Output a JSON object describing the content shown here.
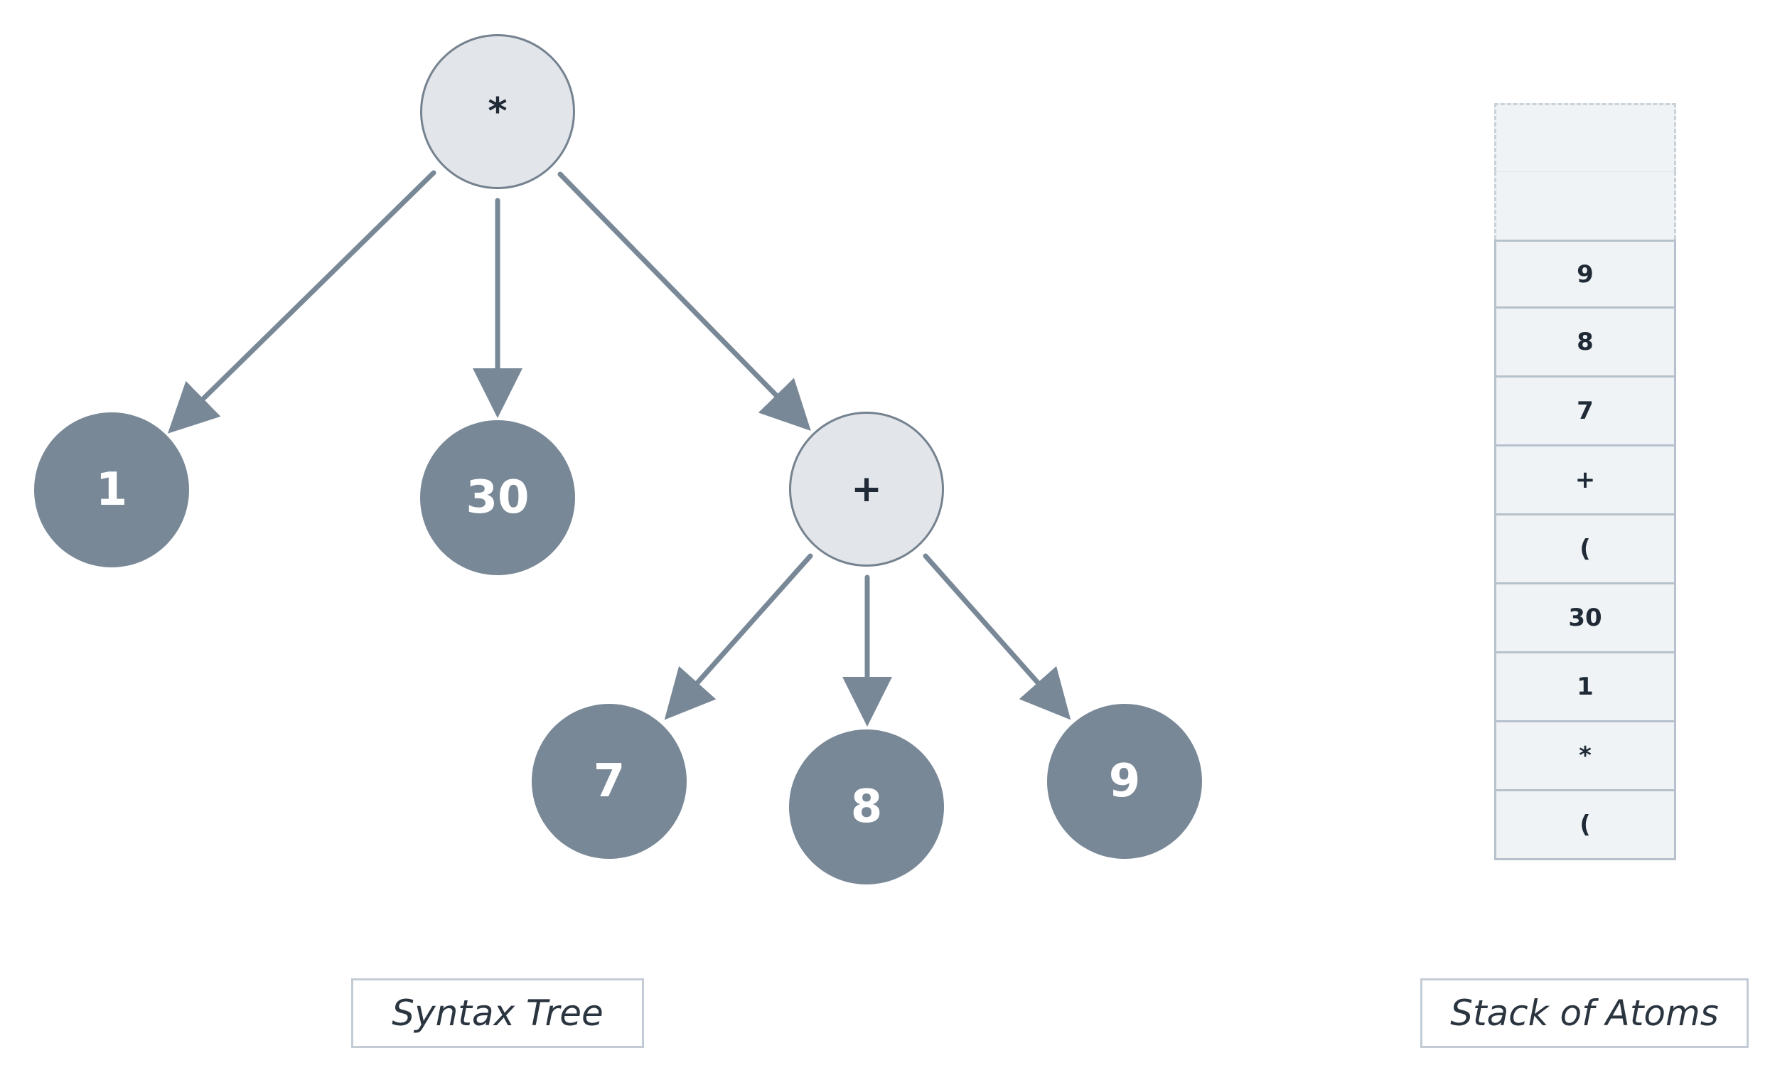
{
  "tree": {
    "root": "*",
    "operator_plus": "+",
    "leaf_1": "1",
    "leaf_30": "30",
    "leaf_7": "7",
    "leaf_8": "8",
    "leaf_9": "9",
    "caption": "Syntax Tree"
  },
  "stack": {
    "empty_slots": 2,
    "items": [
      "9",
      "8",
      "7",
      "+",
      "(",
      "30",
      "1",
      "*",
      "("
    ],
    "caption": "Stack of Atoms"
  },
  "colors": {
    "operator_fill": "#e2e5e9",
    "operator_border": "#75828f",
    "leaf_fill": "#798897",
    "edge": "#798897",
    "text_dark": "#1f2a36"
  }
}
